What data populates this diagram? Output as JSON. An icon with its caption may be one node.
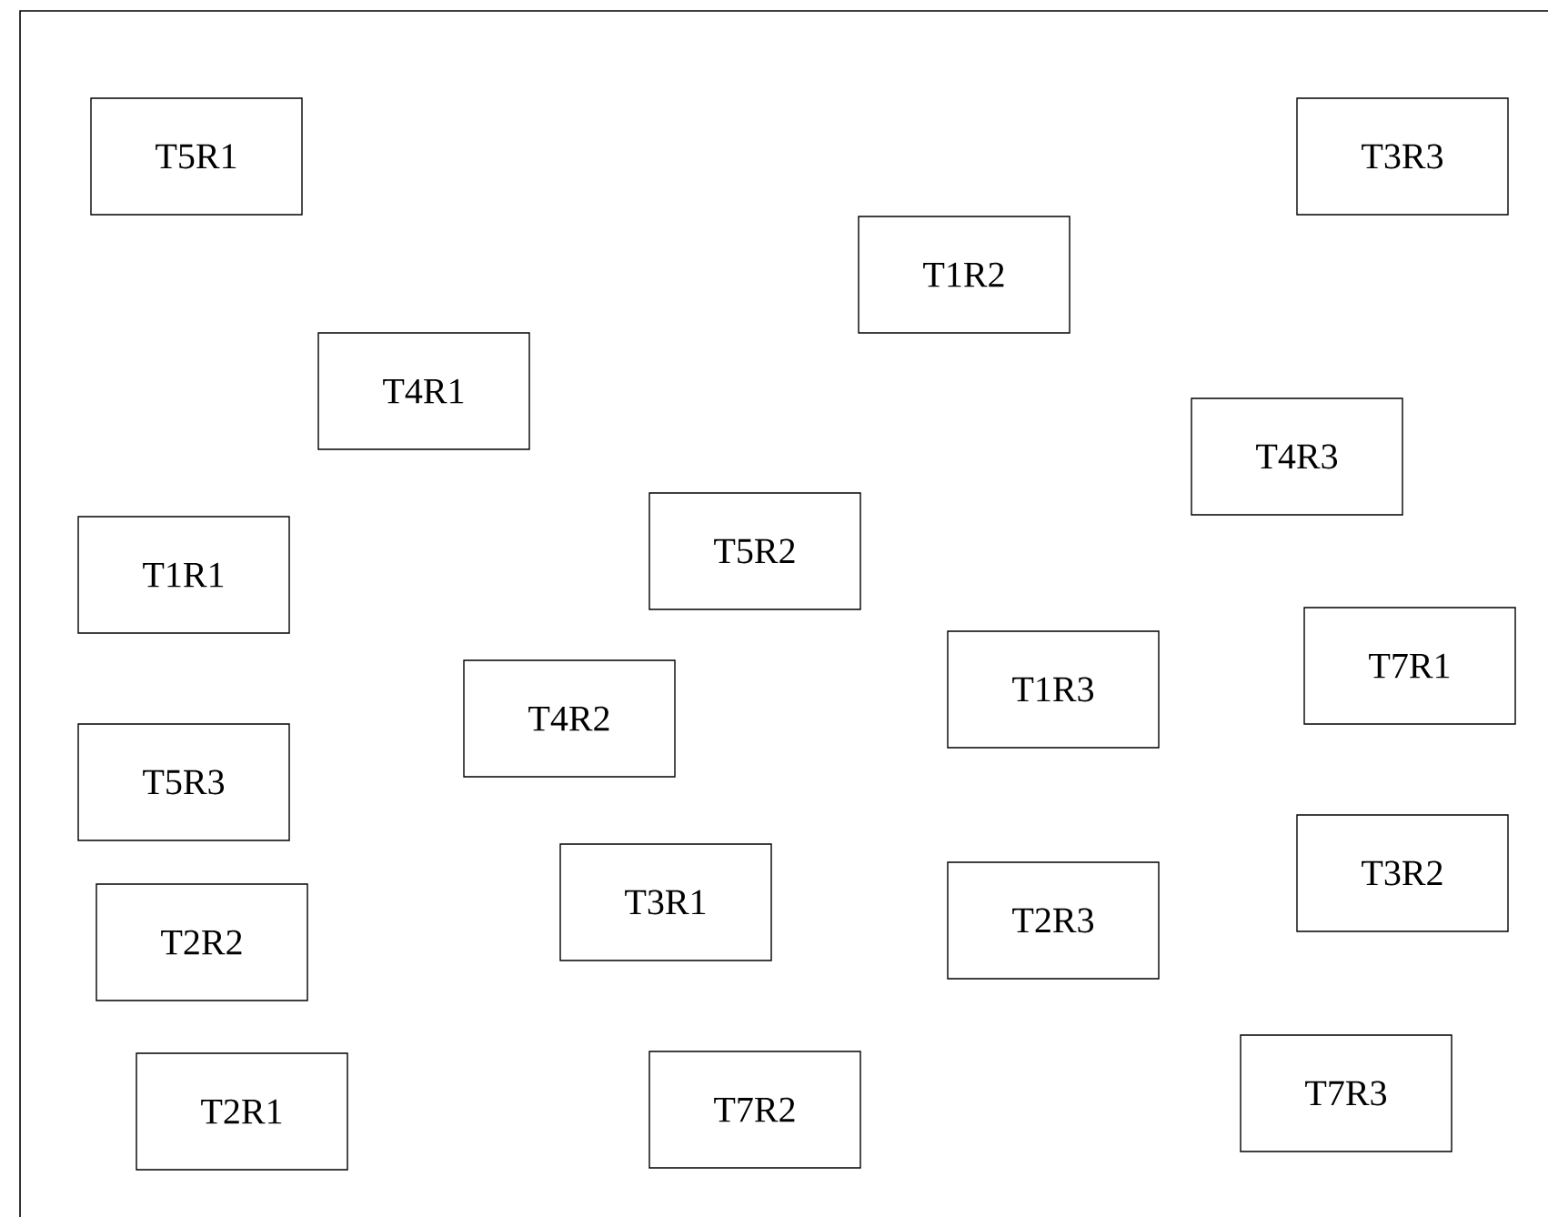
{
  "diagram": {
    "nodes": [
      {
        "text": [
          "T5R1"
        ]
      },
      {
        "text": [
          "T3R3"
        ]
      },
      {
        "text": [
          "T1R2"
        ]
      },
      {
        "text": [
          "T4R1"
        ]
      },
      {
        "text": [
          "T4R3"
        ]
      },
      {
        "text": [
          "T5R2"
        ]
      },
      {
        "text": [
          "T1R1"
        ]
      },
      {
        "text": [
          "T7R1"
        ]
      },
      {
        "text": [
          "T1R3"
        ]
      },
      {
        "text": [
          "T4R2"
        ]
      },
      {
        "text": [
          "T5R3"
        ]
      },
      {
        "text": [
          "T3R2"
        ]
      },
      {
        "text": [
          "T3R1"
        ]
      },
      {
        "text": [
          "T2R3"
        ]
      },
      {
        "text": [
          "T2R2"
        ]
      },
      {
        "text": [
          "T7R3"
        ]
      },
      {
        "text": [
          "T7R2"
        ]
      },
      {
        "text": [
          "T2R1"
        ]
      }
    ]
  }
}
